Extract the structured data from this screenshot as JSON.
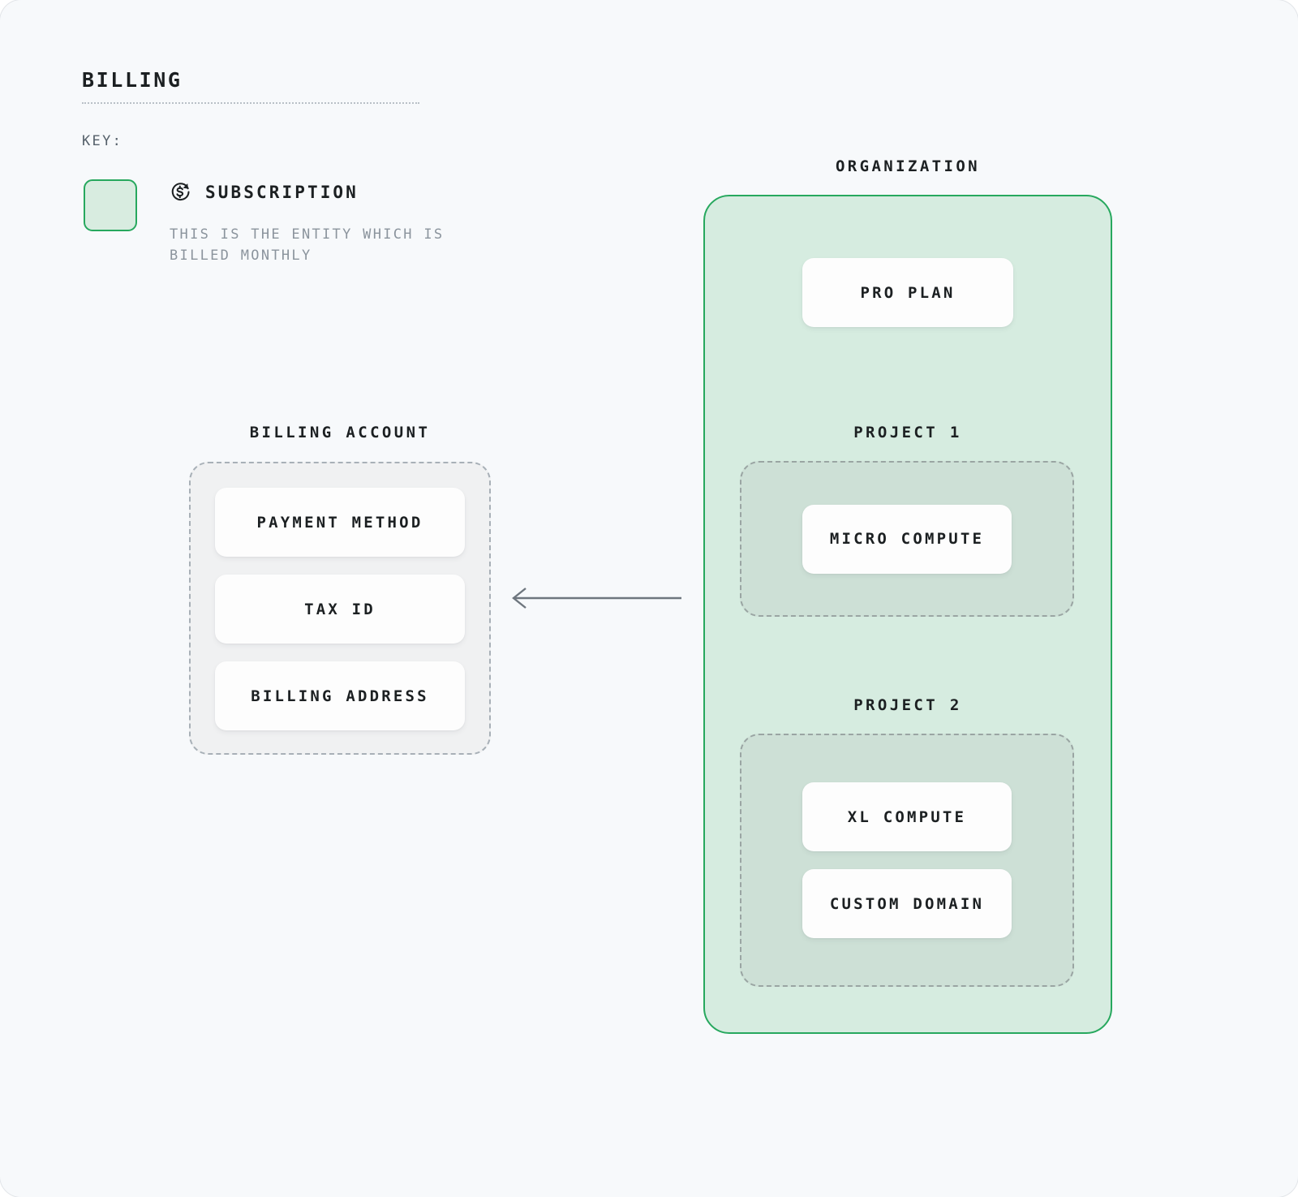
{
  "page": {
    "title": "BILLING",
    "background_color": "#f7f9fb"
  },
  "key": {
    "label": "KEY:",
    "swatch": {
      "fill_color": "#d8ece0",
      "border_color": "#27a85e"
    },
    "icon_name": "subscription-recurring-dollar-icon",
    "entity_title": "SUBSCRIPTION",
    "description": "THIS IS THE ENTITY WHICH IS BILLED MONTHLY"
  },
  "billing_account": {
    "caption": "BILLING ACCOUNT",
    "items": [
      {
        "label": "PAYMENT METHOD"
      },
      {
        "label": "TAX ID"
      },
      {
        "label": "BILLING ADDRESS"
      }
    ]
  },
  "relation": {
    "arrow_name": "organization-to-billing-account-arrow",
    "direction": "left",
    "color": "#6e767e"
  },
  "organization": {
    "caption": "ORGANIZATION",
    "accent_color": "#27a85e",
    "fill_color": "#d6ece0",
    "plan": {
      "label": "PRO PLAN"
    },
    "projects": [
      {
        "caption": "PROJECT 1",
        "resources": [
          {
            "label": "MICRO COMPUTE"
          }
        ]
      },
      {
        "caption": "PROJECT 2",
        "resources": [
          {
            "label": "XL COMPUTE"
          },
          {
            "label": "CUSTOM DOMAIN"
          }
        ]
      }
    ]
  }
}
